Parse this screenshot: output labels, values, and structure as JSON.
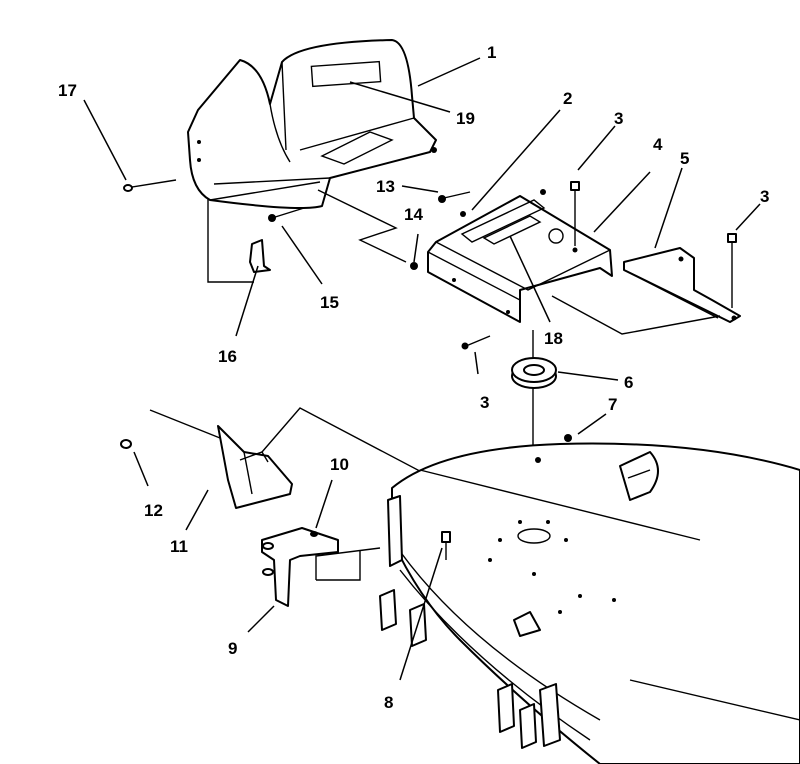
{
  "diagram": {
    "callouts": [
      {
        "id": "c1",
        "text": "1"
      },
      {
        "id": "c2",
        "text": "2"
      },
      {
        "id": "c3a",
        "text": "3"
      },
      {
        "id": "c3b",
        "text": "3"
      },
      {
        "id": "c3c",
        "text": "3"
      },
      {
        "id": "c4",
        "text": "4"
      },
      {
        "id": "c5",
        "text": "5"
      },
      {
        "id": "c6",
        "text": "6"
      },
      {
        "id": "c7",
        "text": "7"
      },
      {
        "id": "c8",
        "text": "8"
      },
      {
        "id": "c9",
        "text": "9"
      },
      {
        "id": "c10",
        "text": "10"
      },
      {
        "id": "c11",
        "text": "11"
      },
      {
        "id": "c12",
        "text": "12"
      },
      {
        "id": "c13",
        "text": "13"
      },
      {
        "id": "c14",
        "text": "14"
      },
      {
        "id": "c15",
        "text": "15"
      },
      {
        "id": "c16",
        "text": "16"
      },
      {
        "id": "c17",
        "text": "17"
      },
      {
        "id": "c18",
        "text": "18"
      },
      {
        "id": "c19",
        "text": "19"
      }
    ]
  }
}
